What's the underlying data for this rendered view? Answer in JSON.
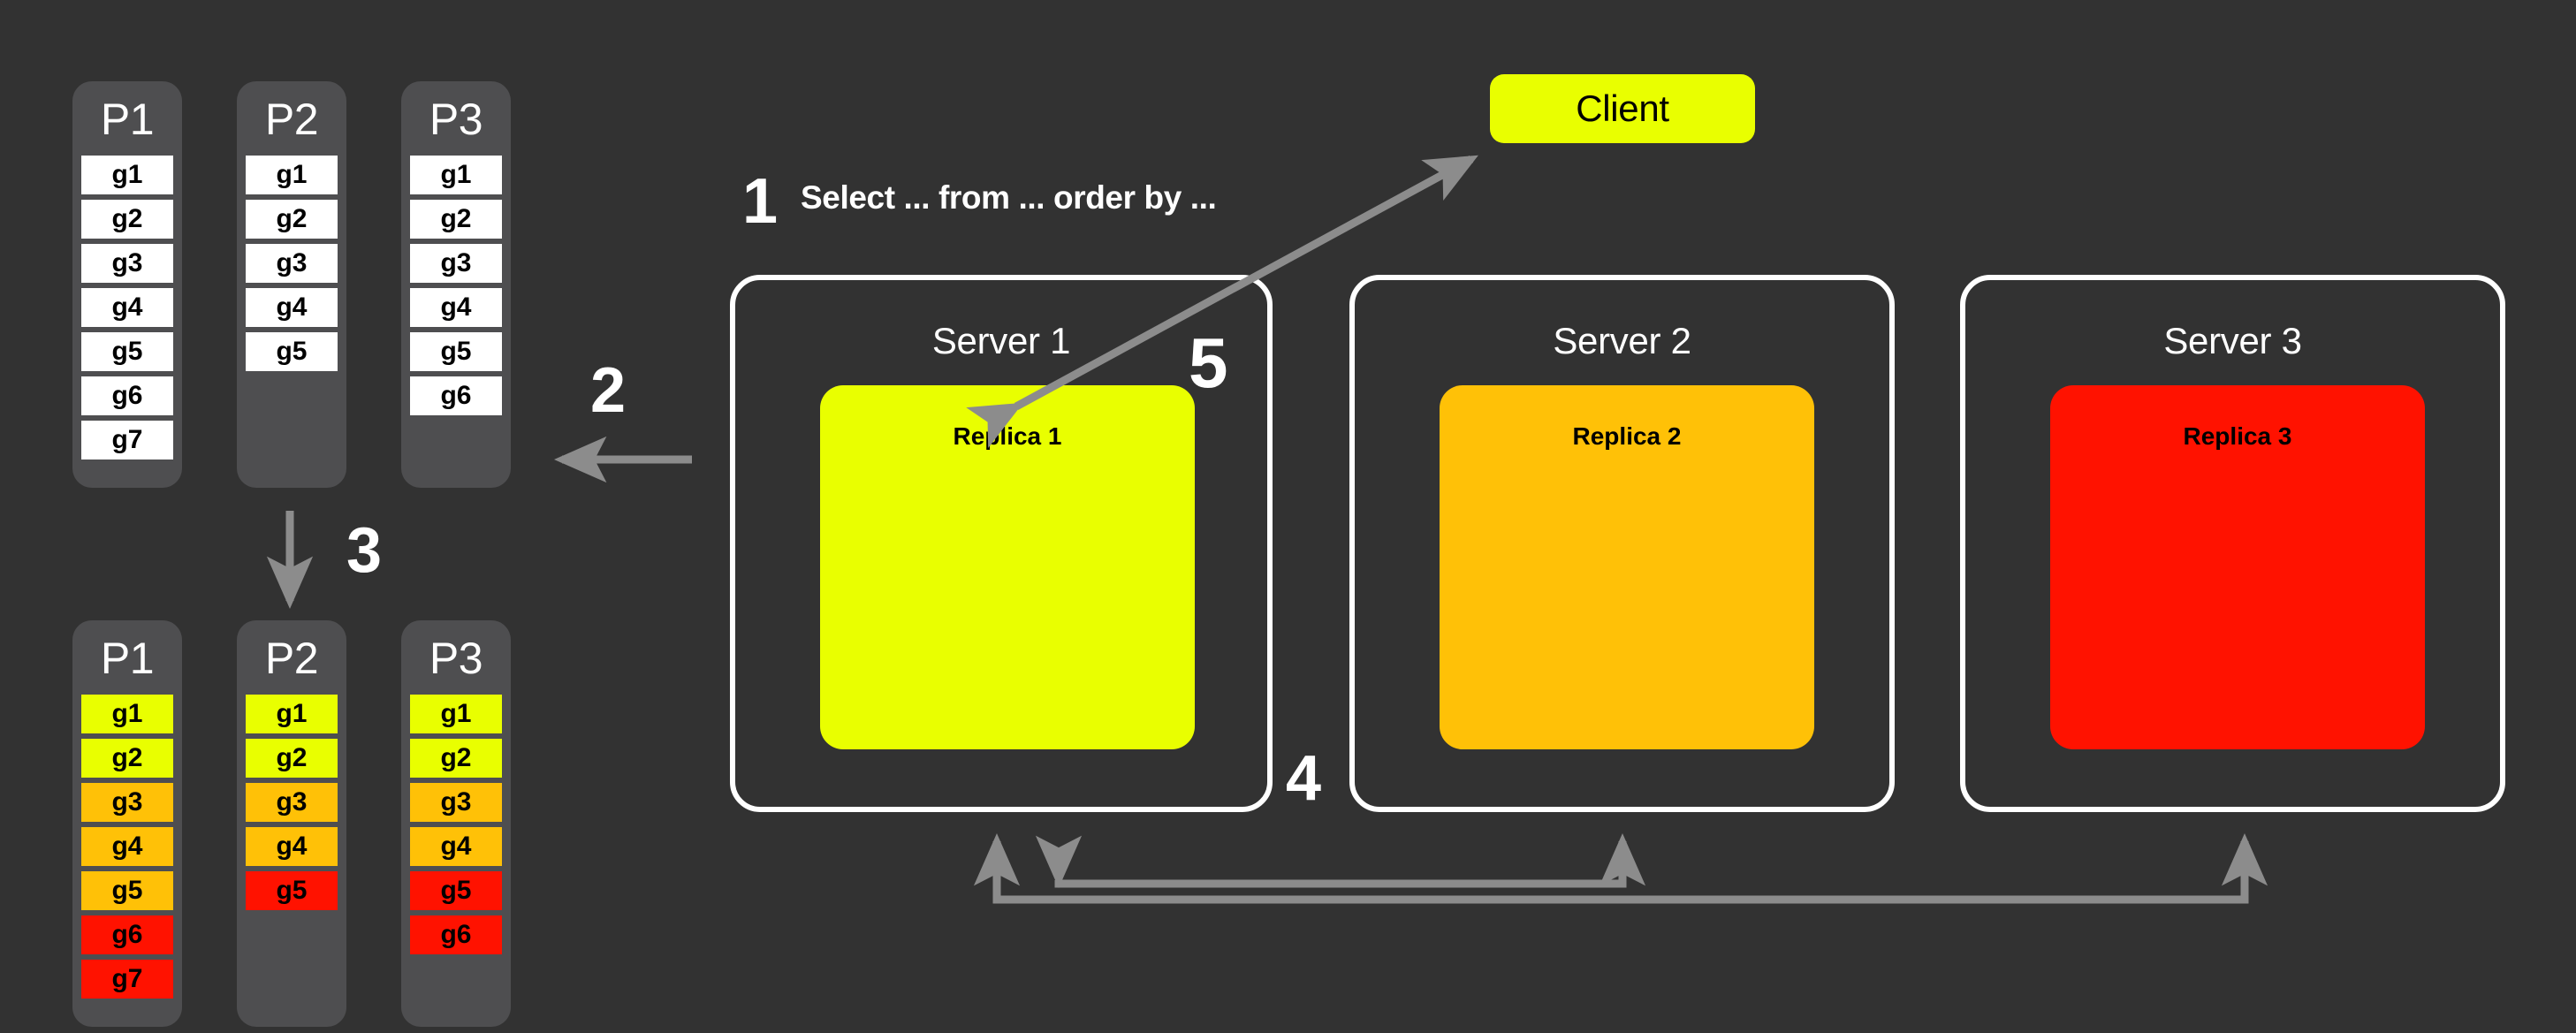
{
  "background_color": "#323232",
  "palette": {
    "panel_gray": "#4e4e50",
    "white": "#ffffff",
    "arrow_gray": "#8c8c8c",
    "yellow": "#e9ff00",
    "orange": "#ffc107",
    "red": "#ff1200",
    "cell_white": "#ffffff",
    "text_black": "#000000"
  },
  "partitions_top": [
    {
      "title": "P1",
      "cells": [
        {
          "label": "g1",
          "color": "#ffffff"
        },
        {
          "label": "g2",
          "color": "#ffffff"
        },
        {
          "label": "g3",
          "color": "#ffffff"
        },
        {
          "label": "g4",
          "color": "#ffffff"
        },
        {
          "label": "g5",
          "color": "#ffffff"
        },
        {
          "label": "g6",
          "color": "#ffffff"
        },
        {
          "label": "g7",
          "color": "#ffffff"
        }
      ]
    },
    {
      "title": "P2",
      "cells": [
        {
          "label": "g1",
          "color": "#ffffff"
        },
        {
          "label": "g2",
          "color": "#ffffff"
        },
        {
          "label": "g3",
          "color": "#ffffff"
        },
        {
          "label": "g4",
          "color": "#ffffff"
        },
        {
          "label": "g5",
          "color": "#ffffff"
        }
      ]
    },
    {
      "title": "P3",
      "cells": [
        {
          "label": "g1",
          "color": "#ffffff"
        },
        {
          "label": "g2",
          "color": "#ffffff"
        },
        {
          "label": "g3",
          "color": "#ffffff"
        },
        {
          "label": "g4",
          "color": "#ffffff"
        },
        {
          "label": "g5",
          "color": "#ffffff"
        },
        {
          "label": "g6",
          "color": "#ffffff"
        }
      ]
    }
  ],
  "partitions_bottom": [
    {
      "title": "P1",
      "cells": [
        {
          "label": "g1",
          "color": "#e9ff00"
        },
        {
          "label": "g2",
          "color": "#e9ff00"
        },
        {
          "label": "g3",
          "color": "#ffc107"
        },
        {
          "label": "g4",
          "color": "#ffc107"
        },
        {
          "label": "g5",
          "color": "#ffc107"
        },
        {
          "label": "g6",
          "color": "#ff1200"
        },
        {
          "label": "g7",
          "color": "#ff1200"
        }
      ]
    },
    {
      "title": "P2",
      "cells": [
        {
          "label": "g1",
          "color": "#e9ff00"
        },
        {
          "label": "g2",
          "color": "#e9ff00"
        },
        {
          "label": "g3",
          "color": "#ffc107"
        },
        {
          "label": "g4",
          "color": "#ffc107"
        },
        {
          "label": "g5",
          "color": "#ff1200"
        }
      ]
    },
    {
      "title": "P3",
      "cells": [
        {
          "label": "g1",
          "color": "#e9ff00"
        },
        {
          "label": "g2",
          "color": "#e9ff00"
        },
        {
          "label": "g3",
          "color": "#ffc107"
        },
        {
          "label": "g4",
          "color": "#ffc107"
        },
        {
          "label": "g5",
          "color": "#ff1200"
        },
        {
          "label": "g6",
          "color": "#ff1200"
        }
      ]
    }
  ],
  "client": {
    "label": "Client",
    "color": "#e9ff00"
  },
  "query": {
    "text": "Select ... from ... order by ..."
  },
  "steps": {
    "one": "1",
    "two": "2",
    "three": "3",
    "four": "4",
    "five": "5"
  },
  "servers": [
    {
      "title": "Server 1",
      "replica_label": "Replica 1",
      "replica_color": "#e9ff00"
    },
    {
      "title": "Server 2",
      "replica_label": "Replica 2",
      "replica_color": "#ffc107"
    },
    {
      "title": "Server 3",
      "replica_label": "Replica 3",
      "replica_color": "#ff1200"
    }
  ]
}
